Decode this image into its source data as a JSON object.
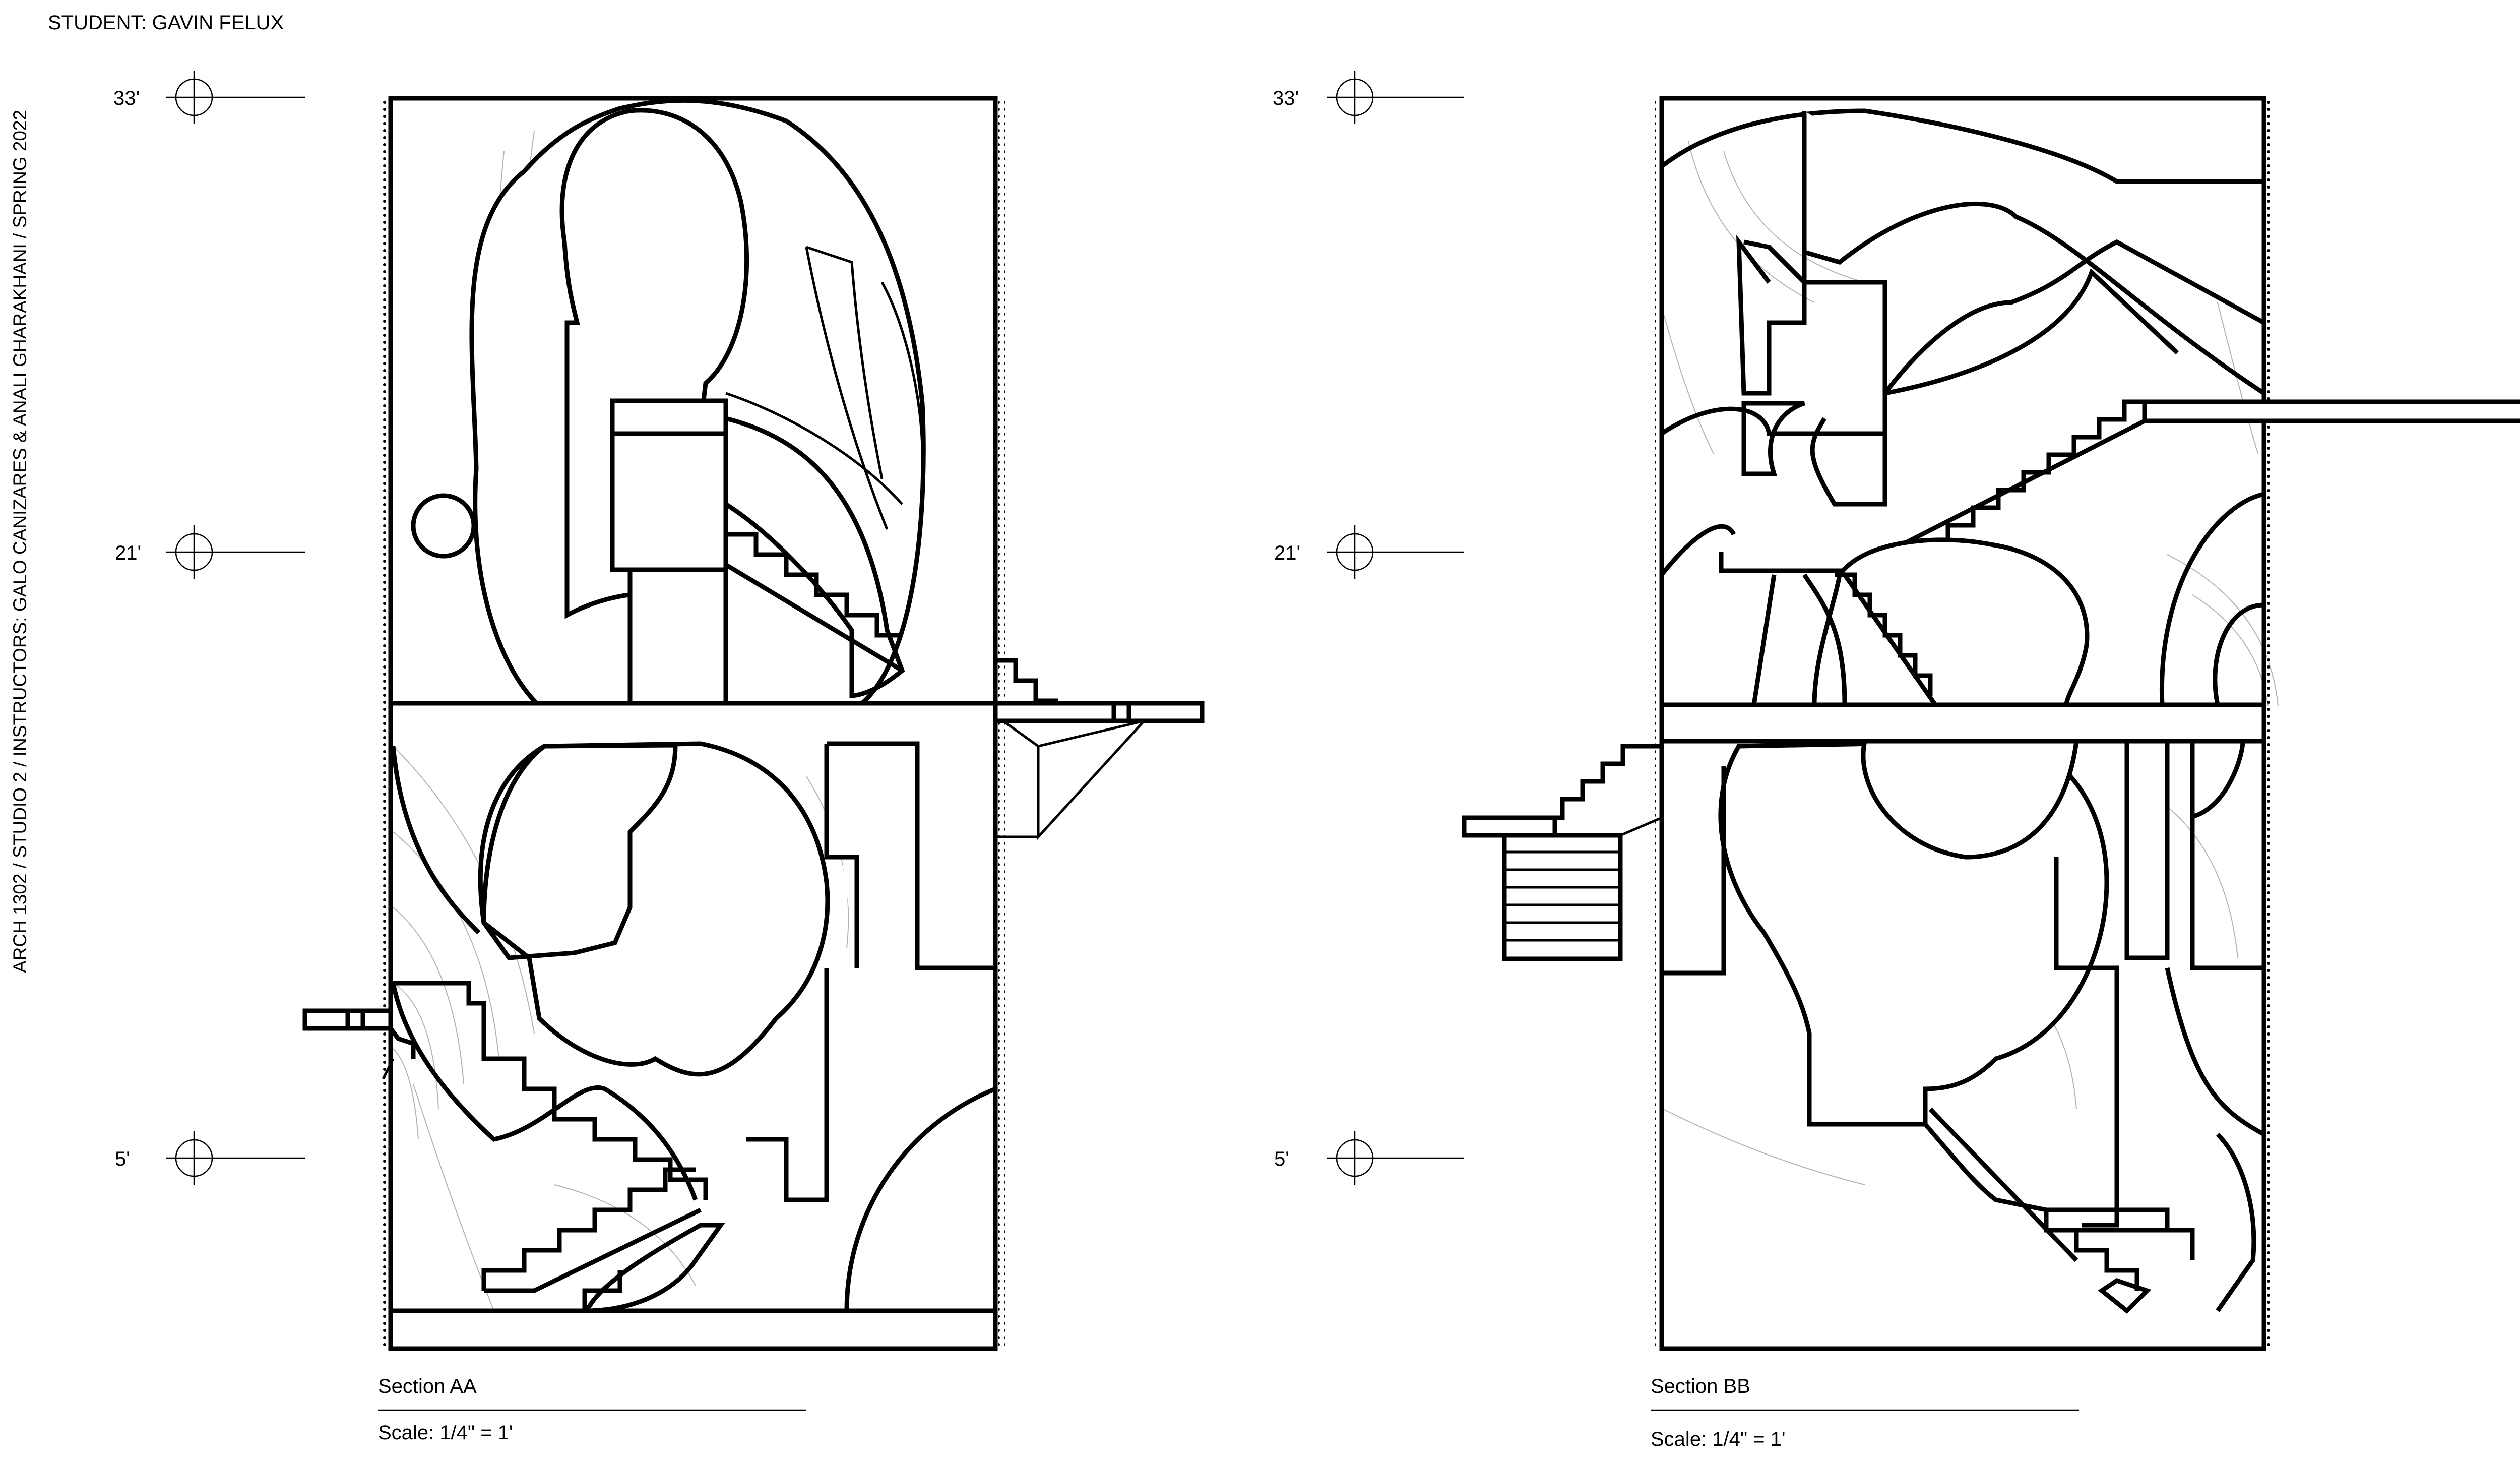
{
  "student": "STUDENT: GAVIN FELUX",
  "course": "ARCH 1302 / STUDIO 2 / INSTRUCTORS: GALO CANIZARES & ANALI GHARAKHANI / SPRING 2022",
  "levels": {
    "top": "33'",
    "mid": "21'",
    "low": "5'"
  },
  "sections": [
    {
      "title": "Section AA",
      "scale": "Scale: 1/4\" = 1'"
    },
    {
      "title": "Section BB",
      "scale": "Scale: 1/4\" = 1'"
    }
  ],
  "colors": {
    "line": "#000000",
    "hatch": "#b4b4b4",
    "paper": "#ffffff"
  }
}
